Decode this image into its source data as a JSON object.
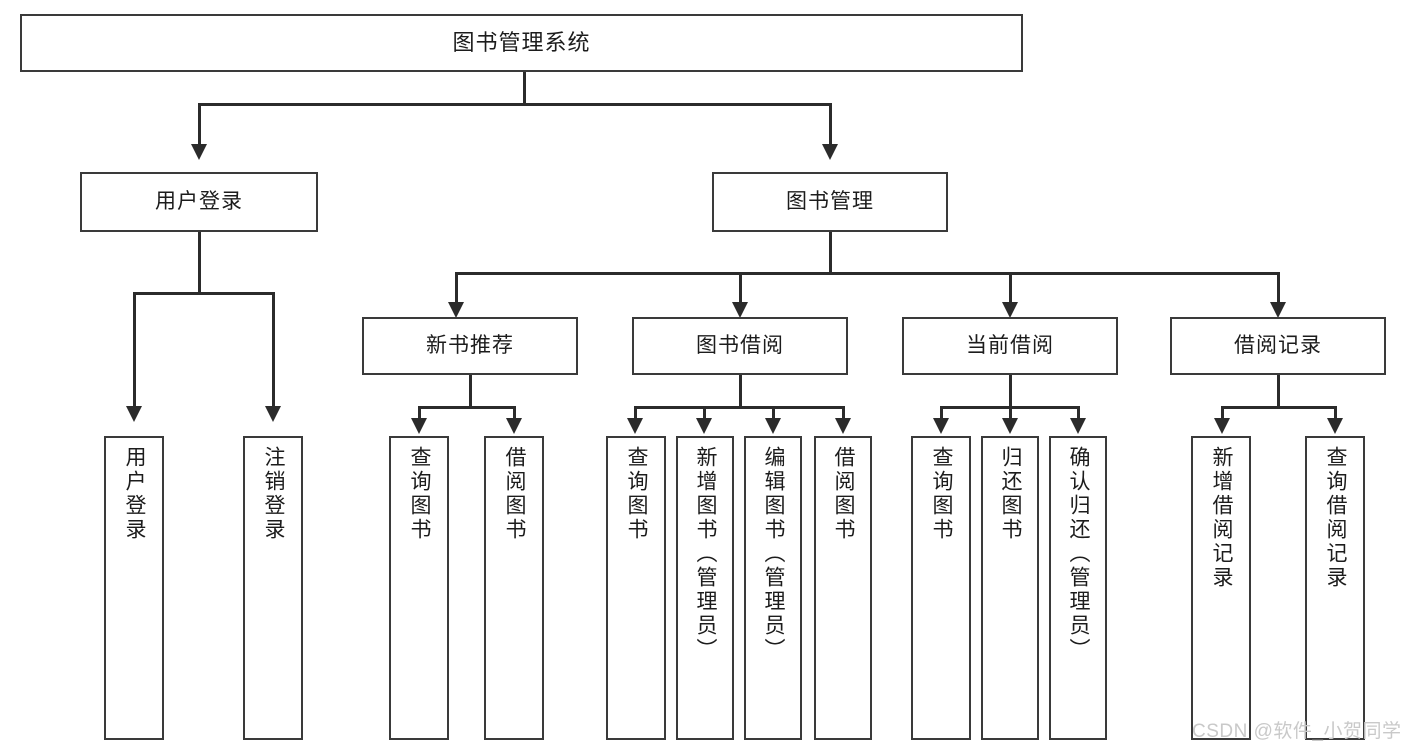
{
  "diagram": {
    "title": "图书管理系统",
    "type": "functional-structure-tree",
    "root": {
      "label": "图书管理系统"
    },
    "level2": [
      {
        "id": "user-login",
        "label": "用户登录"
      },
      {
        "id": "book-manage",
        "label": "图书管理"
      }
    ],
    "level3": [
      {
        "id": "new-book-recommend",
        "label": "新书推荐",
        "parent": "book-manage"
      },
      {
        "id": "book-borrow",
        "label": "图书借阅",
        "parent": "book-manage"
      },
      {
        "id": "current-borrow",
        "label": "当前借阅",
        "parent": "book-manage"
      },
      {
        "id": "borrow-record",
        "label": "借阅记录",
        "parent": "book-manage"
      }
    ],
    "leaves": {
      "user-login": [
        {
          "id": "leaf-user-login",
          "label": "用户登录"
        },
        {
          "id": "leaf-logout-login",
          "label": "注销登录"
        }
      ],
      "new-book-recommend": [
        {
          "id": "leaf-query-book-1",
          "label": "查询图书"
        },
        {
          "id": "leaf-borrow-book-1",
          "label": "借阅图书"
        }
      ],
      "book-borrow": [
        {
          "id": "leaf-query-book-2",
          "label": "查询图书"
        },
        {
          "id": "leaf-add-book",
          "label": "新增图书（管理员）"
        },
        {
          "id": "leaf-edit-book",
          "label": "编辑图书（管理员）"
        },
        {
          "id": "leaf-borrow-book-2",
          "label": "借阅图书"
        }
      ],
      "current-borrow": [
        {
          "id": "leaf-query-book-3",
          "label": "查询图书"
        },
        {
          "id": "leaf-return-book",
          "label": "归还图书"
        },
        {
          "id": "leaf-confirm-return",
          "label": "确认归还（管理员）"
        }
      ],
      "borrow-record": [
        {
          "id": "leaf-add-record",
          "label": "新增借阅记录"
        },
        {
          "id": "leaf-query-record",
          "label": "查询借阅记录"
        }
      ]
    }
  },
  "watermark": {
    "text": "CSDN @软件_小贺同学"
  },
  "colors": {
    "box_border": "#3a3a3a",
    "connector": "#2b2b2b",
    "text": "#1c1c1c",
    "background": "#ffffff",
    "watermark": "#c9c9c9"
  }
}
